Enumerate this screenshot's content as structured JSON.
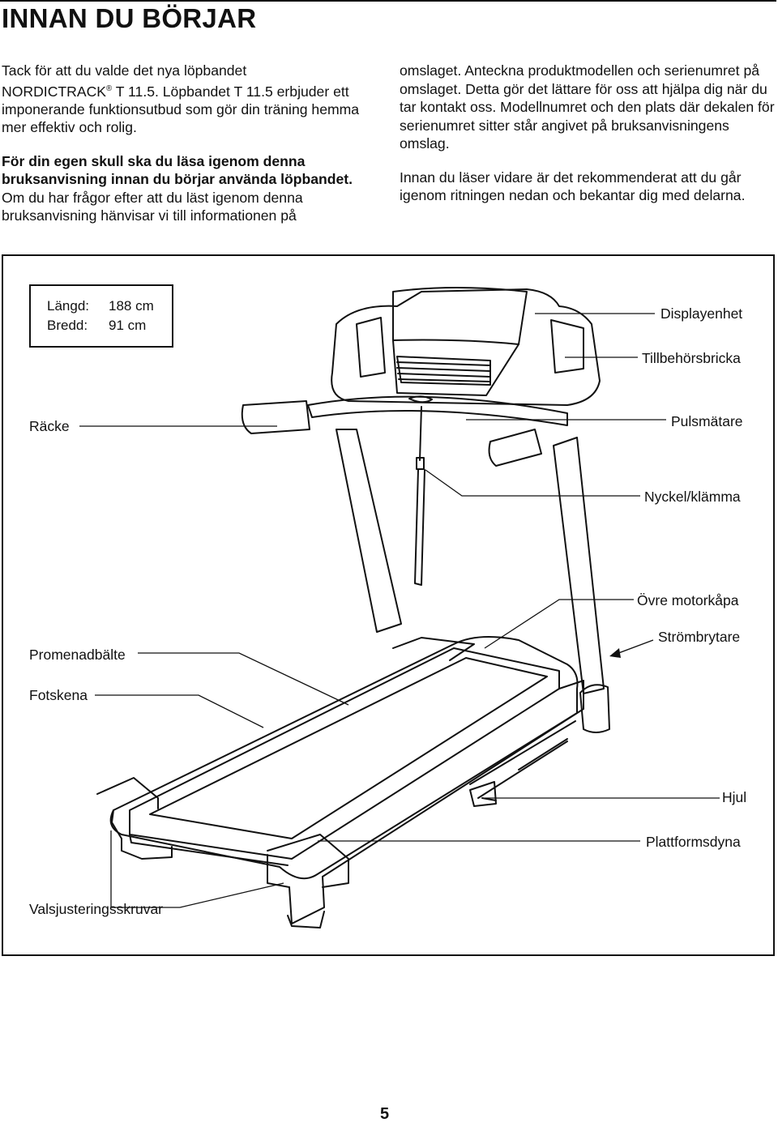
{
  "header": {
    "title": "INNAN DU BÖRJAR"
  },
  "left_column": {
    "p1_a": "Tack för att du valde det nya löpbandet",
    "p1_b": "NORDICTRACK",
    "p1_reg": "®",
    "p1_c": " T 11.5. Löpbandet T 11.5 erbjuder ett imponerande funktionsutbud som gör din träning hemma mer effektiv och rolig.",
    "p2_bold": "För din egen skull ska du läsa igenom denna bruksanvisning innan du börjar använda löpbandet.",
    "p2_rest": " Om du har frågor efter att du läst igenom denna bruksanvisning hänvisar vi till informationen på"
  },
  "right_column": {
    "p1": "omslaget. Anteckna produktmodellen och serienumret på omslaget. Detta gör det lättare för oss att hjälpa dig när du tar kontakt oss. Modellnumret och den plats där dekalen för serienumret sitter står angivet på bruksanvisningens omslag.",
    "p2": "Innan du läser vidare är det rekommenderat att du går igenom ritningen nedan och bekantar dig med delarna."
  },
  "figure": {
    "dimensions": {
      "length_label": "Längd:",
      "length_value": "188 cm",
      "width_label": "Bredd:",
      "width_value": "91 cm"
    },
    "labels": {
      "display": "Displayenhet",
      "accessory_tray": "Tillbehörsbricka",
      "handrail": "Räcke",
      "pulse_sensor": "Pulsmätare",
      "key_clip": "Nyckel/klämma",
      "motor_hood": "Övre motorkåpa",
      "power_switch": "Strömbrytare",
      "walking_belt": "Promenadbälte",
      "foot_rail": "Fotskena",
      "wheel": "Hjul",
      "platform_cushion": "Plattformsdyna",
      "idler_screws": "Valsjusteringsskruvar"
    }
  },
  "footer": {
    "page_number": "5"
  }
}
